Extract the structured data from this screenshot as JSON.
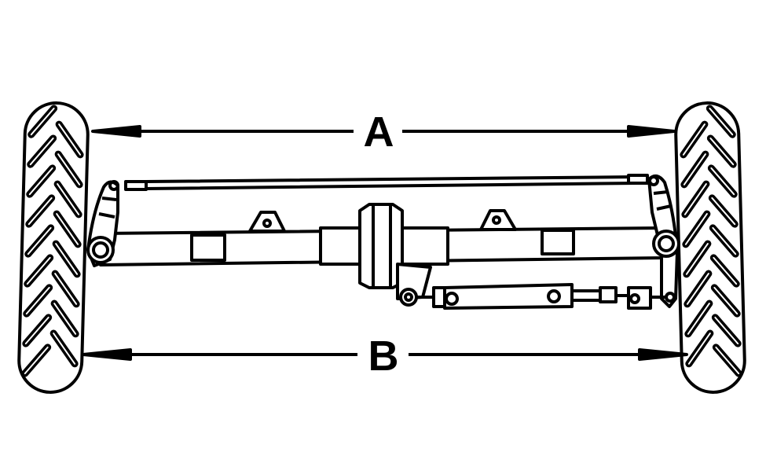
{
  "labels": {
    "a": "A",
    "b": "B"
  },
  "colors": {
    "line": "#000000",
    "background": "#ffffff"
  },
  "parts": [
    "left-tire",
    "right-tire",
    "tie-rod",
    "axle-beam",
    "center-housing",
    "steering-cylinder",
    "left-steering-arm",
    "right-steering-arm"
  ]
}
